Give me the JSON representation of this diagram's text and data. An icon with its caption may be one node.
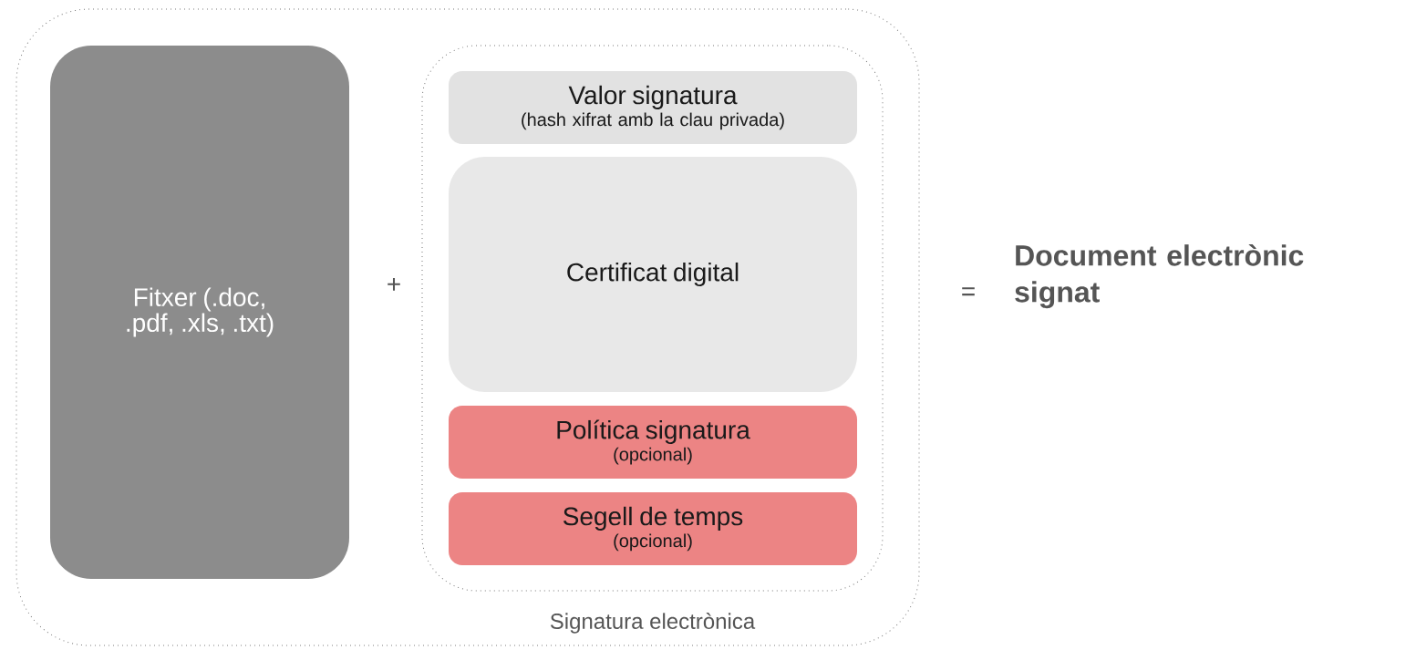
{
  "diagram": {
    "nodes": [
      {
        "text": [],
        "shape": "box"
      },
      {
        "text": [
          "Fitxer (.doc, .pdf, .xls, .txt)"
        ],
        "in": 0
      },
      {
        "text": [
          "Signatura electrònica"
        ],
        "in": 0
      },
      {
        "text": [
          "Valor signatura",
          "(hash xifrat amb la clau privada)"
        ],
        "in": 2
      },
      {
        "text": [
          "Certificat digital"
        ],
        "in": 2
      },
      {
        "text": [
          "Política signatura",
          "(opcional)"
        ],
        "in": 2
      },
      {
        "text": [
          "Segell de temps",
          "(opcional)"
        ],
        "in": 2
      }
    ],
    "labels": [
      "+",
      "=",
      "Document electrònic signat"
    ]
  }
}
